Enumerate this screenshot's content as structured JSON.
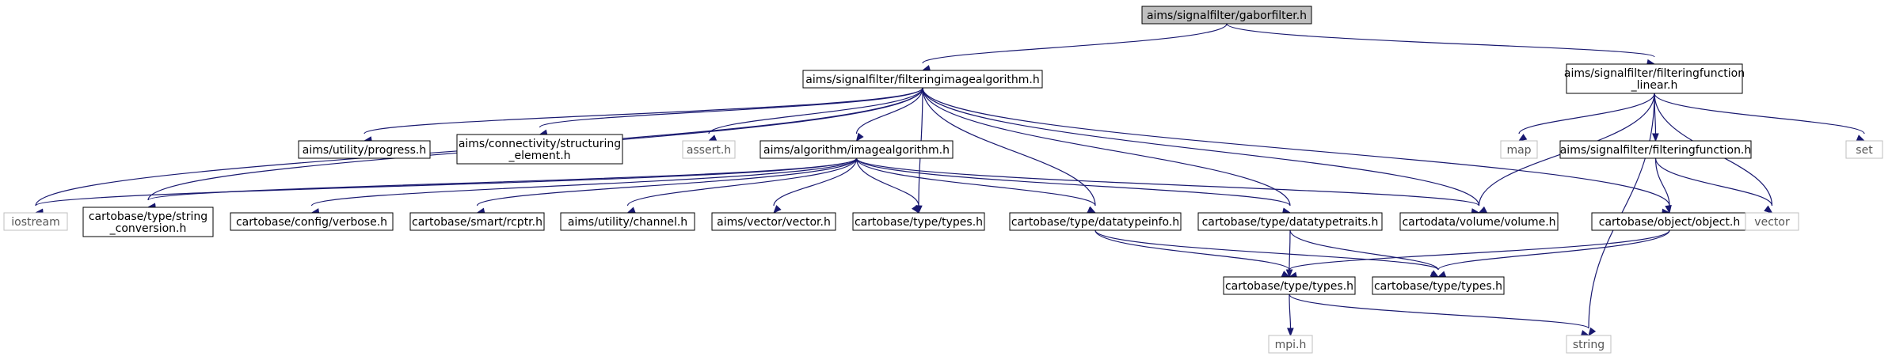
{
  "nodes": [
    {
      "id": "gaborfilter",
      "lines": [
        "aims/signalfilter/gaborfilter.h"
      ],
      "kind": "root"
    },
    {
      "id": "filteringimagealgorithm",
      "lines": [
        "aims/signalfilter/filteringimagealgorithm.h"
      ],
      "kind": "local"
    },
    {
      "id": "filteringfunction_linear",
      "lines": [
        "aims/signalfilter/filteringfunction",
        "_linear.h"
      ],
      "kind": "local"
    },
    {
      "id": "iostream",
      "lines": [
        "iostream"
      ],
      "kind": "sys"
    },
    {
      "id": "progress",
      "lines": [
        "aims/utility/progress.h"
      ],
      "kind": "local"
    },
    {
      "id": "structuring_element",
      "lines": [
        "aims/connectivity/structuring",
        "_element.h"
      ],
      "kind": "local"
    },
    {
      "id": "assert",
      "lines": [
        "assert.h"
      ],
      "kind": "sys"
    },
    {
      "id": "imagealgorithm",
      "lines": [
        "aims/algorithm/imagealgorithm.h"
      ],
      "kind": "local"
    },
    {
      "id": "string_conversion",
      "lines": [
        "cartobase/type/string",
        "_conversion.h"
      ],
      "kind": "local"
    },
    {
      "id": "verbose",
      "lines": [
        "cartobase/config/verbose.h"
      ],
      "kind": "local"
    },
    {
      "id": "rcptr",
      "lines": [
        "cartobase/smart/rcptr.h"
      ],
      "kind": "local"
    },
    {
      "id": "channel",
      "lines": [
        "aims/utility/channel.h"
      ],
      "kind": "local"
    },
    {
      "id": "vector_h",
      "lines": [
        "aims/vector/vector.h"
      ],
      "kind": "local"
    },
    {
      "id": "types_a",
      "lines": [
        "cartobase/type/types.h"
      ],
      "kind": "local"
    },
    {
      "id": "datatypeinfo",
      "lines": [
        "cartobase/type/datatypeinfo.h"
      ],
      "kind": "local"
    },
    {
      "id": "datatypetraits",
      "lines": [
        "cartobase/type/datatypetraits.h"
      ],
      "kind": "local"
    },
    {
      "id": "volume",
      "lines": [
        "cartodata/volume/volume.h"
      ],
      "kind": "local"
    },
    {
      "id": "object",
      "lines": [
        "cartobase/object/object.h"
      ],
      "kind": "local"
    },
    {
      "id": "map",
      "lines": [
        "map"
      ],
      "kind": "sys"
    },
    {
      "id": "filteringfunction",
      "lines": [
        "aims/signalfilter/filteringfunction.h"
      ],
      "kind": "local"
    },
    {
      "id": "vector_std",
      "lines": [
        "vector"
      ],
      "kind": "sys"
    },
    {
      "id": "set",
      "lines": [
        "set"
      ],
      "kind": "sys"
    },
    {
      "id": "types_b",
      "lines": [
        "cartobase/type/types.h"
      ],
      "kind": "local"
    },
    {
      "id": "types_c",
      "lines": [
        "cartobase/type/types.h"
      ],
      "kind": "local"
    },
    {
      "id": "mpi",
      "lines": [
        "mpi.h"
      ],
      "kind": "sys"
    },
    {
      "id": "string",
      "lines": [
        "string"
      ],
      "kind": "sys"
    }
  ],
  "edges": [
    [
      "gaborfilter",
      "filteringimagealgorithm"
    ],
    [
      "gaborfilter",
      "filteringfunction_linear"
    ],
    [
      "filteringimagealgorithm",
      "iostream"
    ],
    [
      "filteringimagealgorithm",
      "progress"
    ],
    [
      "filteringimagealgorithm",
      "structuring_element"
    ],
    [
      "filteringimagealgorithm",
      "assert"
    ],
    [
      "filteringimagealgorithm",
      "imagealgorithm"
    ],
    [
      "filteringimagealgorithm",
      "string_conversion"
    ],
    [
      "filteringimagealgorithm",
      "types_a"
    ],
    [
      "filteringimagealgorithm",
      "datatypeinfo"
    ],
    [
      "filteringimagealgorithm",
      "datatypetraits"
    ],
    [
      "filteringimagealgorithm",
      "volume"
    ],
    [
      "filteringimagealgorithm",
      "object"
    ],
    [
      "imagealgorithm",
      "iostream"
    ],
    [
      "imagealgorithm",
      "string_conversion"
    ],
    [
      "imagealgorithm",
      "verbose"
    ],
    [
      "imagealgorithm",
      "rcptr"
    ],
    [
      "imagealgorithm",
      "channel"
    ],
    [
      "imagealgorithm",
      "vector_h"
    ],
    [
      "imagealgorithm",
      "types_a"
    ],
    [
      "imagealgorithm",
      "datatypeinfo"
    ],
    [
      "imagealgorithm",
      "datatypetraits"
    ],
    [
      "imagealgorithm",
      "volume"
    ],
    [
      "filteringfunction_linear",
      "map"
    ],
    [
      "filteringfunction_linear",
      "filteringfunction"
    ],
    [
      "filteringfunction_linear",
      "volume"
    ],
    [
      "filteringfunction_linear",
      "vector_std"
    ],
    [
      "filteringfunction_linear",
      "set"
    ],
    [
      "filteringfunction_linear",
      "string"
    ],
    [
      "filteringfunction",
      "object"
    ],
    [
      "filteringfunction",
      "vector_std"
    ],
    [
      "datatypeinfo",
      "types_b"
    ],
    [
      "datatypeinfo",
      "types_c"
    ],
    [
      "datatypetraits",
      "types_b"
    ],
    [
      "datatypetraits",
      "types_c"
    ],
    [
      "object",
      "types_b"
    ],
    [
      "object",
      "types_c"
    ],
    [
      "types_b",
      "mpi"
    ],
    [
      "types_b",
      "string"
    ]
  ],
  "colors": {
    "edge": "#191970",
    "root_fill": "#bfbfbf",
    "local_border": "#000000",
    "sys_border": "#bfbfbf",
    "sys_text": "#555555"
  }
}
